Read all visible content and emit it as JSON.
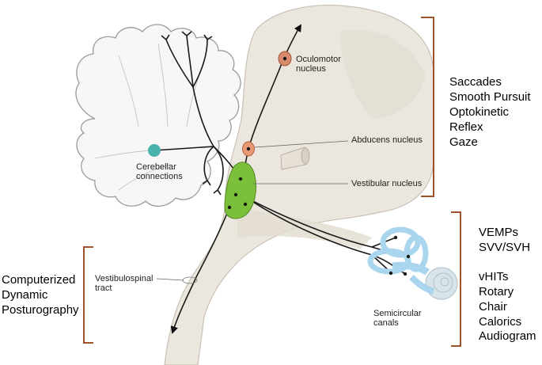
{
  "labels": {
    "oculomotor_nucleus": "Oculomotor\nnucleus",
    "abducens_nucleus": "Abducens nucleus",
    "vestibular_nucleus": "Vestibular nucleus",
    "cerebellar_connections": "Cerebellar\nconnections",
    "vestibulospinal_tract": "Vestibulospinal\ntract",
    "semicircular_canals": "Semicircular\ncanals"
  },
  "groups": {
    "ocular_tests": [
      "Saccades",
      "Smooth Pursuit",
      "Optokinetic Reflex",
      "Gaze"
    ],
    "posture_tests": [
      "Computerized",
      "Dynamic",
      "Posturography"
    ],
    "otolith_tests": [
      "VEMPs",
      "SVV/SVH"
    ],
    "canal_tests": [
      "vHITs",
      "Rotary Chair",
      "Calorics"
    ],
    "hearing_test": "Audiogram"
  },
  "colors": {
    "bracket": "#a0522d",
    "brainstem": "#ece7de",
    "brainstem_edge": "#c9c1b5",
    "cerebellum": "#f7f7f7",
    "cerebellum_edge": "#9a9a9a",
    "oculomotor_nucleus": "#d98a6c",
    "abducens_nucleus": "#e89a74",
    "vestibular_nucleus": "#7bbf3a",
    "cerebellar_dot": "#4bb3ad",
    "inner_ear": "#a9d6ee",
    "cochlea": "#d9e4ea",
    "pathway": "#1a1a1a"
  }
}
